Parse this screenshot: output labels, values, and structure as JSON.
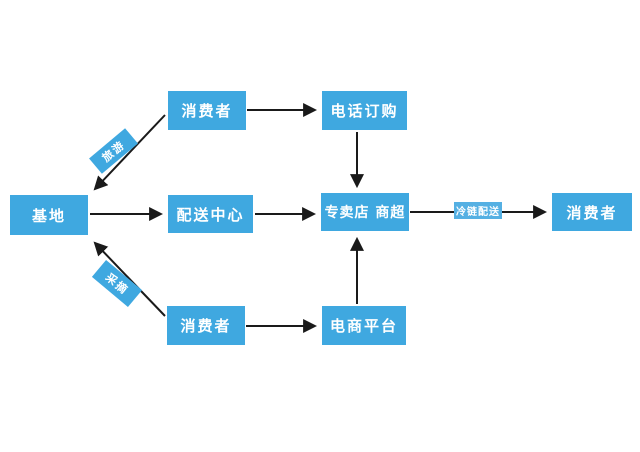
{
  "diagram": {
    "type": "flowchart",
    "colors": {
      "node_blue": "#3fa8e0",
      "small_node_blue": "#55b0e3",
      "arrow_black": "#1a1a1a",
      "text_white": "#ffffff",
      "background": "#ffffff"
    },
    "nodes": {
      "base": "基地",
      "consumer_top": "消费者",
      "phone_order": "电话订购",
      "distribution_center": "配送中心",
      "store_supermarket": "专卖店 商超",
      "cold_chain": "冷链配送",
      "consumer_right": "消费者",
      "consumer_bottom": "消费者",
      "ecommerce_platform": "电商平台",
      "tourism_label": "旅游",
      "picking_label": "采摘"
    },
    "edges": [
      {
        "from": "consumer_top",
        "to": "phone_order"
      },
      {
        "from": "phone_order",
        "to": "store_supermarket"
      },
      {
        "from": "consumer_top",
        "to": "base",
        "label_key": "tourism_label"
      },
      {
        "from": "base",
        "to": "distribution_center"
      },
      {
        "from": "distribution_center",
        "to": "store_supermarket"
      },
      {
        "from": "store_supermarket",
        "to": "consumer_right",
        "label_key": "cold_chain"
      },
      {
        "from": "consumer_bottom",
        "to": "base",
        "label_key": "picking_label"
      },
      {
        "from": "consumer_bottom",
        "to": "ecommerce_platform"
      },
      {
        "from": "ecommerce_platform",
        "to": "store_supermarket"
      }
    ]
  }
}
